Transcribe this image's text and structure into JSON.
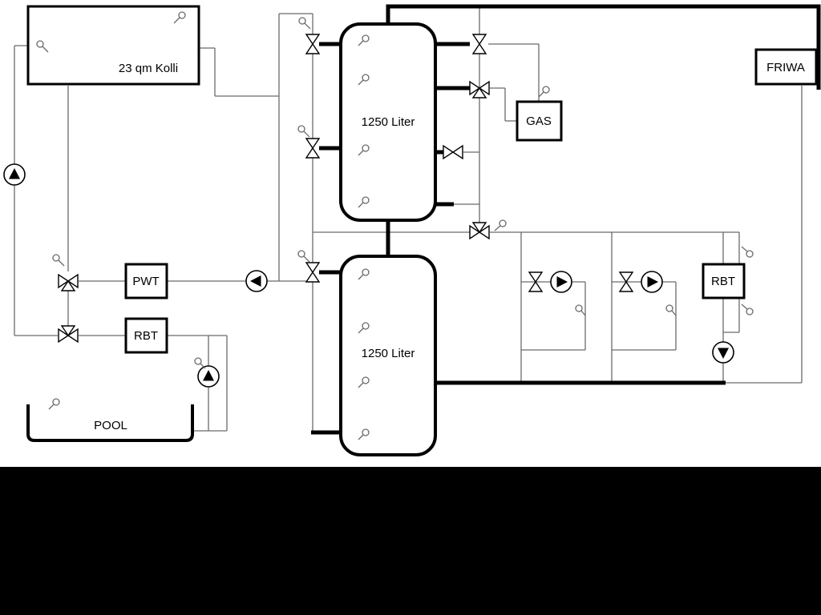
{
  "colors": {
    "background": "#ffffff",
    "pipes_main": "#000000",
    "pipes_thin": "#6b6b6b",
    "component_fill": "#ffffff",
    "outline": "#000000",
    "bottom_band": "#000000"
  },
  "labels": {
    "collector": "23 qm Kolli",
    "tank_top": "1250 Liter",
    "tank_bottom": "1250 Liter",
    "gas_boiler": "GAS",
    "friwa_station": "FRIWA",
    "pwt": "PWT",
    "rbt_left": "RBT",
    "rbt_right": "RBT",
    "pool": "POOL"
  },
  "icons": {
    "pump-icon": "circle with solid directional triangle",
    "valve-icon": "hourglass / bowtie triangle pair",
    "three-way-valve-icon": "bowtie with third triangle",
    "sensor-icon": "small circle with diagonal stem"
  }
}
